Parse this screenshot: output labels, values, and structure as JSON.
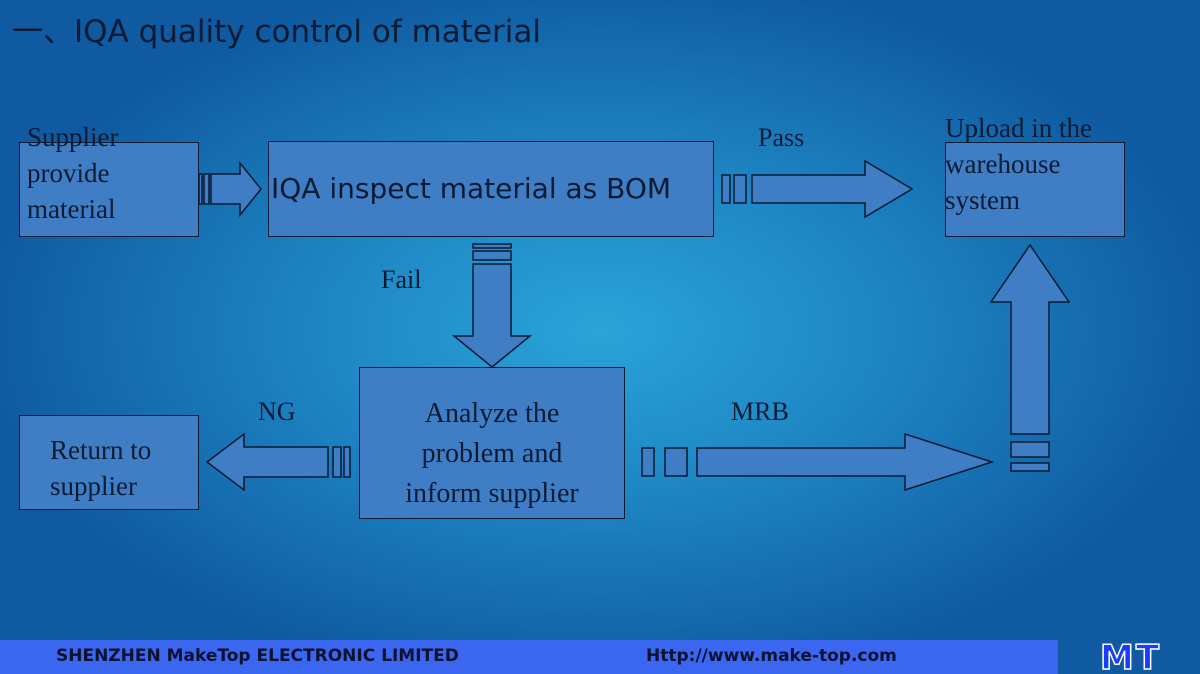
{
  "title": "一、IQA quality control of material",
  "nodes": {
    "supplier": "Supplier\nprovide\nmaterial",
    "iqa": "IQA inspect material as BOM",
    "upload": "Upload in the\nwarehouse\nsystem",
    "analyze": "Analyze the\nproblem and\ninform supplier",
    "return": "Return to\nsupplier"
  },
  "edge_labels": {
    "pass": "Pass",
    "fail": "Fail",
    "ng": "NG",
    "mrb": "MRB"
  },
  "footer": {
    "company": "SHENZHEN MakeTop ELECTRONIC LIMITED",
    "url": "Http://www.make-top.com",
    "logo": "MT"
  },
  "colors": {
    "box_fill": "#3f7ec4",
    "outline": "#0a1a33",
    "footer_bar": "#3a66f0",
    "logo": "#1a3cff"
  }
}
